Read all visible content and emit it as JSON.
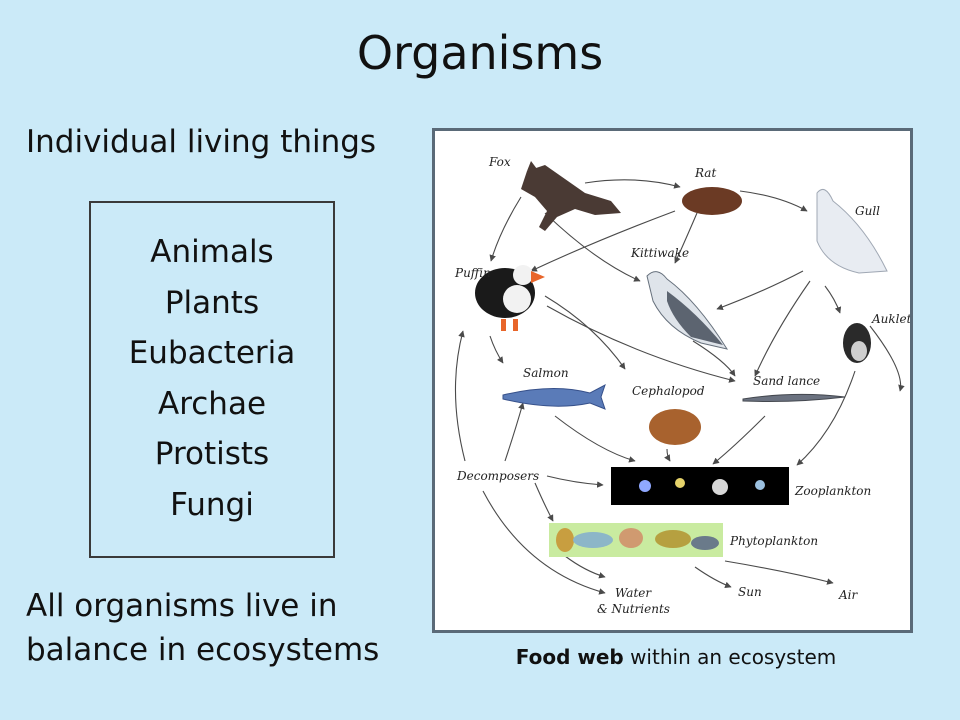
{
  "slide": {
    "title": "Organisms",
    "subtitle": "Individual living things",
    "kingdoms": [
      "Animals",
      "Plants",
      "Eubacteria",
      "Archae",
      "Protists",
      "Fungi"
    ],
    "balance_line1": "All organisms live in",
    "balance_line2": "balance in ecosystems",
    "caption_bold": "Food web",
    "caption_rest": " within an ecosystem"
  },
  "food_web": {
    "labels": {
      "fox": "Fox",
      "rat": "Rat",
      "gull": "Gull",
      "kittiwake": "Kittiwake",
      "puffin": "Puffin",
      "auklet": "Auklet",
      "salmon": "Salmon",
      "cephalopod": "Cephalopod",
      "sand_lance": "Sand lance",
      "decomposers": "Decomposers",
      "zooplankton": "Zooplankton",
      "phytoplankton": "Phytoplankton",
      "water1": "Water",
      "water2": "& Nutrients",
      "sun": "Sun",
      "air": "Air"
    }
  }
}
